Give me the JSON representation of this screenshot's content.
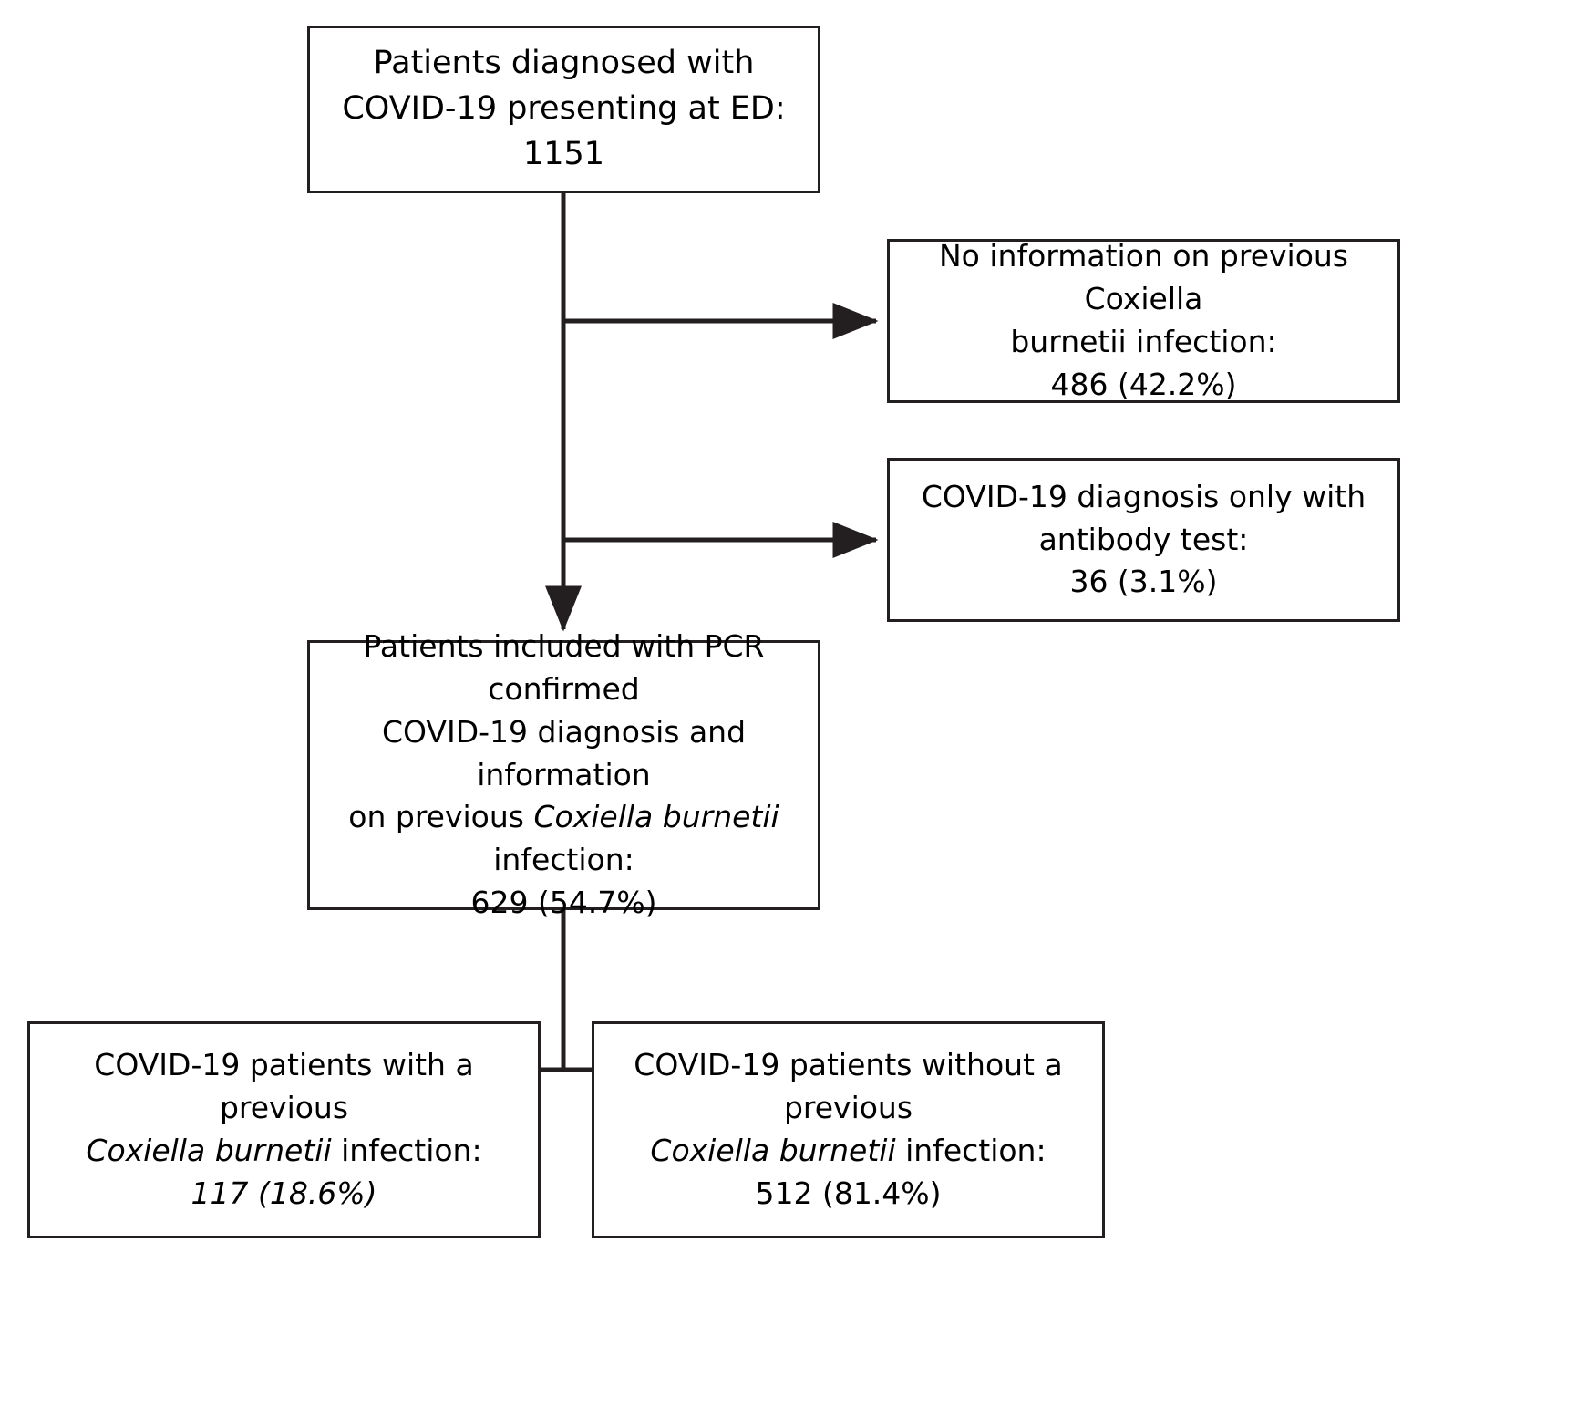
{
  "diagram": {
    "type": "flowchart",
    "title": "Patient inclusion flow diagram",
    "stroke_color": "#231f20",
    "background_color": "#ffffff",
    "nodes": {
      "top": {
        "line1": "Patients diagnosed with",
        "line2": "COVID-19 presenting at ED:",
        "line3": "1151",
        "count": 1151
      },
      "excluded_no_info": {
        "line1": "No information on previous Coxiella",
        "line2": "burnetii infection:",
        "line3": "486 (42.2%)",
        "count": 486,
        "percent": "42.2%"
      },
      "excluded_antibody": {
        "line1": "COVID-19 diagnosis only with",
        "line2": "antibody test:",
        "line3": "36 (3.1%)",
        "count": 36,
        "percent": "3.1%"
      },
      "included": {
        "line1": "Patients included with PCR confirmed",
        "line2": "COVID-19 diagnosis and information",
        "line3_prefix": "on previous ",
        "line3_italic": "Coxiella burnetii",
        "line4": "infection:",
        "line5": "629 (54.7%)",
        "count": 629,
        "percent": "54.7%"
      },
      "previous_infection_yes": {
        "line1": "COVID-19 patients with a previous",
        "line2_italic": "Coxiella burnetii",
        "line2_suffix": " infection:",
        "line3": "117 (18.6%)",
        "count": 117,
        "percent": "18.6%"
      },
      "previous_infection_no": {
        "line1": "COVID-19 patients without a previous",
        "line2_italic": "Coxiella burnetii",
        "line2_suffix": " infection:",
        "line3": "512 (81.4%)",
        "count": 512,
        "percent": "81.4%"
      }
    },
    "connectors": [
      {
        "name": "top-to-included",
        "from": "top",
        "to": "included",
        "style": "straight-down-arrow"
      },
      {
        "name": "top-to-excluded-no-info",
        "from": "top",
        "to": "excluded_no_info",
        "style": "elbow-right-arrow"
      },
      {
        "name": "top-to-excluded-antibody",
        "from": "top",
        "to": "excluded_antibody",
        "style": "elbow-right-arrow"
      },
      {
        "name": "included-to-previous-yes",
        "from": "included",
        "to": "previous_infection_yes",
        "style": "split-left-arrow"
      },
      {
        "name": "included-to-previous-no",
        "from": "included",
        "to": "previous_infection_no",
        "style": "split-right-arrow"
      }
    ]
  }
}
